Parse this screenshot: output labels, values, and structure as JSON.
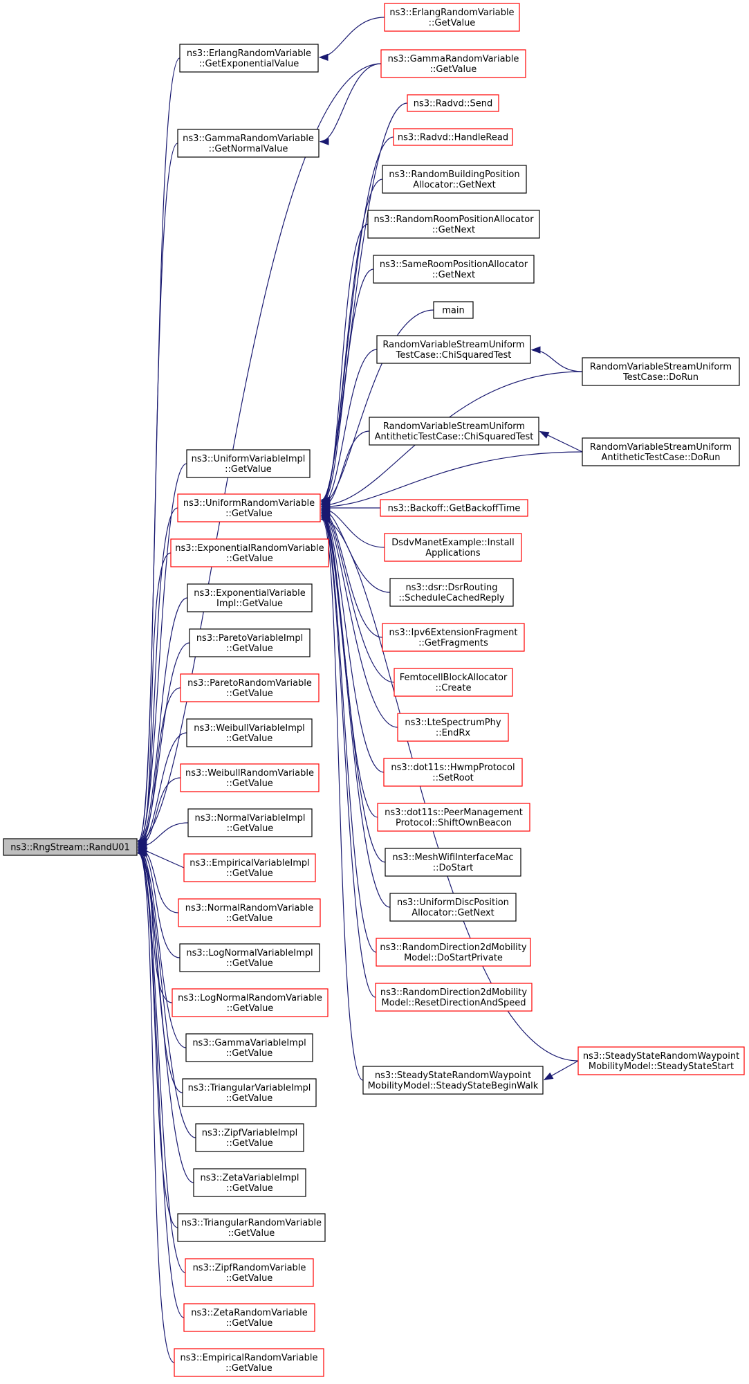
{
  "graph": {
    "title": "",
    "colors": {
      "edge": "#191970",
      "root_fill": "#bfbfbf",
      "red_border": "#ff0000",
      "black_border": "#000000"
    },
    "nodes": [
      {
        "id": "root",
        "lines": [
          "ns3::RngStream::RandU01"
        ],
        "style": "root"
      },
      {
        "id": "erl_getexp",
        "lines": [
          "ns3::ErlangRandomVariable",
          "::GetExponentialValue"
        ],
        "style": "black"
      },
      {
        "id": "gam_getnorm",
        "lines": [
          "ns3::GammaRandomVariable",
          "::GetNormalValue"
        ],
        "style": "black"
      },
      {
        "id": "uvi",
        "lines": [
          "ns3::UniformVariableImpl",
          "::GetValue"
        ],
        "style": "black"
      },
      {
        "id": "urv",
        "lines": [
          "ns3::UniformRandomVariable",
          "::GetValue"
        ],
        "style": "red"
      },
      {
        "id": "erv",
        "lines": [
          "ns3::ExponentialRandomVariable",
          "::GetValue"
        ],
        "style": "red"
      },
      {
        "id": "evi",
        "lines": [
          "ns3::ExponentialVariable",
          "Impl::GetValue"
        ],
        "style": "black"
      },
      {
        "id": "pvi",
        "lines": [
          "ns3::ParetoVariableImpl",
          "::GetValue"
        ],
        "style": "black"
      },
      {
        "id": "prv",
        "lines": [
          "ns3::ParetoRandomVariable",
          "::GetValue"
        ],
        "style": "red"
      },
      {
        "id": "wvi",
        "lines": [
          "ns3::WeibullVariableImpl",
          "::GetValue"
        ],
        "style": "black"
      },
      {
        "id": "wrv",
        "lines": [
          "ns3::WeibullRandomVariable",
          "::GetValue"
        ],
        "style": "red"
      },
      {
        "id": "nvi",
        "lines": [
          "ns3::NormalVariableImpl",
          "::GetValue"
        ],
        "style": "black"
      },
      {
        "id": "empvi",
        "lines": [
          "ns3::EmpiricalVariableImpl",
          "::GetValue"
        ],
        "style": "red"
      },
      {
        "id": "nrv",
        "lines": [
          "ns3::NormalRandomVariable",
          "::GetValue"
        ],
        "style": "red"
      },
      {
        "id": "lnvi",
        "lines": [
          "ns3::LogNormalVariableImpl",
          "::GetValue"
        ],
        "style": "black"
      },
      {
        "id": "lnrv",
        "lines": [
          "ns3::LogNormalRandomVariable",
          "::GetValue"
        ],
        "style": "red"
      },
      {
        "id": "gvi",
        "lines": [
          "ns3::GammaVariableImpl",
          "::GetValue"
        ],
        "style": "black"
      },
      {
        "id": "tvi",
        "lines": [
          "ns3::TriangularVariableImpl",
          "::GetValue"
        ],
        "style": "black"
      },
      {
        "id": "zvi",
        "lines": [
          "ns3::ZipfVariableImpl",
          "::GetValue"
        ],
        "style": "black"
      },
      {
        "id": "zetavi",
        "lines": [
          "ns3::ZetaVariableImpl",
          "::GetValue"
        ],
        "style": "black"
      },
      {
        "id": "trv",
        "lines": [
          "ns3::TriangularRandomVariable",
          "::GetValue"
        ],
        "style": "black"
      },
      {
        "id": "zrv",
        "lines": [
          "ns3::ZipfRandomVariable",
          "::GetValue"
        ],
        "style": "red"
      },
      {
        "id": "zetarv",
        "lines": [
          "ns3::ZetaRandomVariable",
          "::GetValue"
        ],
        "style": "red"
      },
      {
        "id": "emprv",
        "lines": [
          "ns3::EmpiricalRandomVariable",
          "::GetValue"
        ],
        "style": "red"
      },
      {
        "id": "erl_getval",
        "lines": [
          "ns3::ErlangRandomVariable",
          "::GetValue"
        ],
        "style": "red"
      },
      {
        "id": "gam_getval",
        "lines": [
          "ns3::GammaRandomVariable",
          "::GetValue"
        ],
        "style": "red"
      },
      {
        "id": "radvd_send",
        "lines": [
          "ns3::Radvd::Send"
        ],
        "style": "red"
      },
      {
        "id": "radvd_read",
        "lines": [
          "ns3::Radvd::HandleRead"
        ],
        "style": "red"
      },
      {
        "id": "rbpa",
        "lines": [
          "ns3::RandomBuildingPosition",
          "Allocator::GetNext"
        ],
        "style": "black"
      },
      {
        "id": "rrpa",
        "lines": [
          "ns3::RandomRoomPositionAllocator",
          "::GetNext"
        ],
        "style": "black"
      },
      {
        "id": "srpa",
        "lines": [
          "ns3::SameRoomPositionAllocator",
          "::GetNext"
        ],
        "style": "black"
      },
      {
        "id": "main",
        "lines": [
          "main"
        ],
        "style": "black"
      },
      {
        "id": "rvsu_chi",
        "lines": [
          "RandomVariableStreamUniform",
          "TestCase::ChiSquaredTest"
        ],
        "style": "black"
      },
      {
        "id": "rvsu_run",
        "lines": [
          "RandomVariableStreamUniform",
          "TestCase::DoRun"
        ],
        "style": "black"
      },
      {
        "id": "rvsua_chi",
        "lines": [
          "RandomVariableStreamUniform",
          "AntitheticTestCase::ChiSquaredTest"
        ],
        "style": "black"
      },
      {
        "id": "rvsua_run",
        "lines": [
          "RandomVariableStreamUniform",
          "AntitheticTestCase::DoRun"
        ],
        "style": "black"
      },
      {
        "id": "backoff",
        "lines": [
          "ns3::Backoff::GetBackoffTime"
        ],
        "style": "red"
      },
      {
        "id": "dsdv",
        "lines": [
          "DsdvManetExample::Install",
          "Applications"
        ],
        "style": "red"
      },
      {
        "id": "dsr",
        "lines": [
          "ns3::dsr::DsrRouting",
          "::ScheduleCachedReply"
        ],
        "style": "black"
      },
      {
        "id": "ipv6frag",
        "lines": [
          "ns3::Ipv6ExtensionFragment",
          "::GetFragments"
        ],
        "style": "red"
      },
      {
        "id": "femto",
        "lines": [
          "FemtocellBlockAllocator",
          "::Create"
        ],
        "style": "red"
      },
      {
        "id": "lte",
        "lines": [
          "ns3::LteSpectrumPhy",
          "::EndRx"
        ],
        "style": "red"
      },
      {
        "id": "hwmp",
        "lines": [
          "ns3::dot11s::HwmpProtocol",
          "::SetRoot"
        ],
        "style": "red"
      },
      {
        "id": "peer",
        "lines": [
          "ns3::dot11s::PeerManagement",
          "Protocol::ShiftOwnBeacon"
        ],
        "style": "red"
      },
      {
        "id": "mesh",
        "lines": [
          "ns3::MeshWifiInterfaceMac",
          "::DoStart"
        ],
        "style": "black"
      },
      {
        "id": "udpa",
        "lines": [
          "ns3::UniformDiscPosition",
          "Allocator::GetNext"
        ],
        "style": "black"
      },
      {
        "id": "rd2d_start",
        "lines": [
          "ns3::RandomDirection2dMobility",
          "Model::DoStartPrivate"
        ],
        "style": "red"
      },
      {
        "id": "rd2d_reset",
        "lines": [
          "ns3::RandomDirection2dMobility",
          "Model::ResetDirectionAndSpeed"
        ],
        "style": "red"
      },
      {
        "id": "ssrw_start",
        "lines": [
          "ns3::SteadyStateRandomWaypoint",
          "MobilityModel::SteadyStateStart"
        ],
        "style": "red"
      },
      {
        "id": "ssrw_walk",
        "lines": [
          "ns3::SteadyStateRandomWaypoint",
          "MobilityModel::SteadyStateBeginWalk"
        ],
        "style": "black"
      }
    ],
    "edges": [
      [
        "root",
        "erl_getexp"
      ],
      [
        "root",
        "gam_getnorm"
      ],
      [
        "root",
        "uvi"
      ],
      [
        "root",
        "urv"
      ],
      [
        "root",
        "erv"
      ],
      [
        "root",
        "evi"
      ],
      [
        "root",
        "pvi"
      ],
      [
        "root",
        "prv"
      ],
      [
        "root",
        "wvi"
      ],
      [
        "root",
        "wrv"
      ],
      [
        "root",
        "nvi"
      ],
      [
        "root",
        "empvi"
      ],
      [
        "root",
        "nrv"
      ],
      [
        "root",
        "lnvi"
      ],
      [
        "root",
        "lnrv"
      ],
      [
        "root",
        "gvi"
      ],
      [
        "root",
        "tvi"
      ],
      [
        "root",
        "zvi"
      ],
      [
        "root",
        "zetavi"
      ],
      [
        "root",
        "trv"
      ],
      [
        "root",
        "zrv"
      ],
      [
        "root",
        "zetarv"
      ],
      [
        "root",
        "emprv"
      ],
      [
        "root",
        "gam_getval"
      ],
      [
        "erl_getexp",
        "erl_getval"
      ],
      [
        "gam_getnorm",
        "gam_getval"
      ],
      [
        "urv",
        "radvd_send"
      ],
      [
        "urv",
        "radvd_read"
      ],
      [
        "urv",
        "rbpa"
      ],
      [
        "urv",
        "rrpa"
      ],
      [
        "urv",
        "srpa"
      ],
      [
        "urv",
        "main"
      ],
      [
        "urv",
        "rvsu_chi"
      ],
      [
        "urv",
        "rvsu_run"
      ],
      [
        "urv",
        "rvsua_chi"
      ],
      [
        "urv",
        "rvsua_run"
      ],
      [
        "urv",
        "backoff"
      ],
      [
        "urv",
        "dsdv"
      ],
      [
        "urv",
        "dsr"
      ],
      [
        "urv",
        "ipv6frag"
      ],
      [
        "urv",
        "femto"
      ],
      [
        "urv",
        "lte"
      ],
      [
        "urv",
        "hwmp"
      ],
      [
        "urv",
        "peer"
      ],
      [
        "urv",
        "mesh"
      ],
      [
        "urv",
        "udpa"
      ],
      [
        "urv",
        "rd2d_start"
      ],
      [
        "urv",
        "rd2d_reset"
      ],
      [
        "urv",
        "ssrw_start"
      ],
      [
        "urv",
        "ssrw_walk"
      ],
      [
        "rvsu_chi",
        "rvsu_run"
      ],
      [
        "rvsua_chi",
        "rvsua_run"
      ],
      [
        "ssrw_walk",
        "ssrw_start"
      ]
    ]
  }
}
